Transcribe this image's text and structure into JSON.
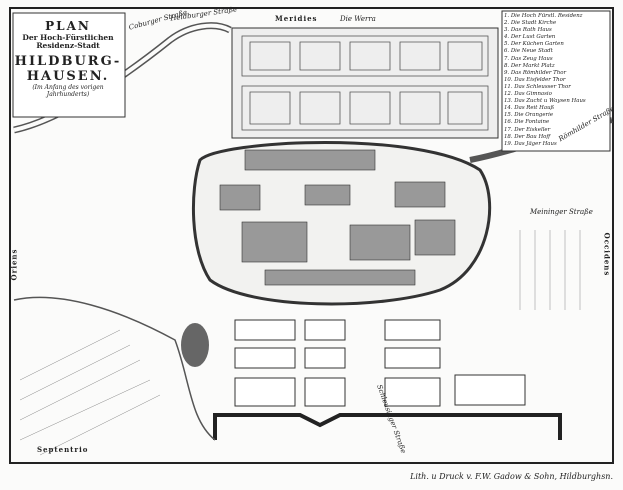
{
  "title": {
    "line1": "PLAN",
    "line2": "Der Hoch-Fürstlichen",
    "line3": "Residenz-Stadt",
    "line4": "HILDBURG-",
    "line5": "HAUSEN.",
    "line6": "(Im Anfang des vorigen Jahrhunderts)"
  },
  "legend": [
    "1. Die Hoch Fürstl. Residenz",
    "2. Die Stadt Kirche",
    "3. Das Rath Haus",
    "4. Der Lust Garten",
    "5. Der Küchen Garten",
    "6. Die Neue Stadt",
    "7. Das Zeug Haus",
    "8. Der Markt Platz",
    "9. Das Römhilder Thor",
    "10. Das Eisfelder Thor",
    "11. Das Schleusser Thor",
    "12. Das Gimnasio",
    "13. Das Zucht u Waysen Haus",
    "14. Das Reit Hauß",
    "15. Die Orangerie",
    "16. Die Fontaine",
    "17. Der Eiskeller",
    "18. Der Bau Hoff",
    "19. Das Jäger Haus"
  ],
  "labels": {
    "north": "Meridies",
    "south": "Septentrio",
    "west": "Oriens",
    "east": "Occidens",
    "river": "Die Werra",
    "coburger": "Coburger Straße",
    "heldburger": "Heldburger Straße",
    "meininger": "Meininger Straße",
    "roemhilder": "Römhilder Straße",
    "schleusinger": "Schleusinger Straße",
    "imprint": "Lith. u Druck v. F.W. Gadow & Sohn, Hildburghsn."
  },
  "colors": {
    "ink": "#222222",
    "paper": "#fbfbfa"
  }
}
